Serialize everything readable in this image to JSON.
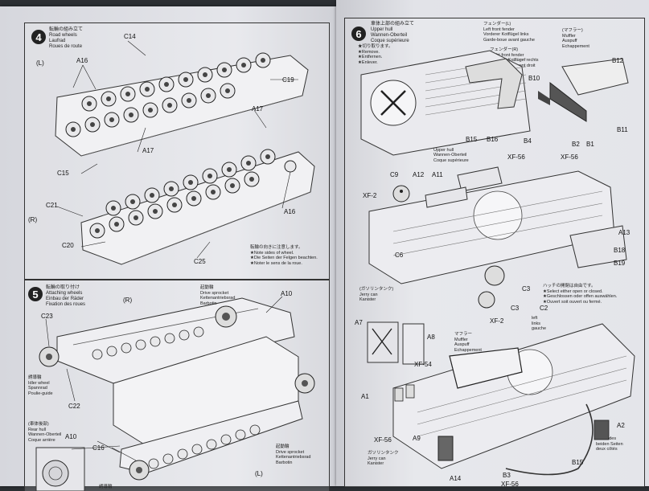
{
  "left_page": {
    "step4": {
      "number": "4",
      "title_lines": [
        "転輪の組み立て",
        "Road wheels",
        "Laufrad",
        "Roues de route"
      ],
      "side_top": "(L)",
      "side_bottom": "(R)",
      "parts": [
        "C14",
        "A16",
        "C19",
        "A17",
        "C15",
        "A17",
        "C21",
        "A16",
        "C20",
        "C25"
      ],
      "note_lines": [
        "転輪の向きに注意します。",
        "★Note sides of wheel.",
        "★Die Seiten der Felgen beachten.",
        "★Noter le sens de la roue."
      ]
    },
    "step5": {
      "number": "5",
      "title_lines": [
        "転輪の取り付け",
        "Attaching wheels",
        "Einbau der Räder",
        "Fixation des roues"
      ],
      "side_top": "(R)",
      "side_bottom": "(L)",
      "parts": [
        "C23",
        "C22",
        "A10",
        "C16",
        "A10"
      ],
      "idler_lines": [
        "誘導輪",
        "Idler wheel",
        "Spannrad",
        "Poulie-guide"
      ],
      "sprocket_top_lines": [
        "起動輪",
        "Drive sprocket",
        "Kettenantriebsrad",
        "Barbotin"
      ],
      "sprocket_bottom_lines": [
        "起動輪",
        "Drive sprocket",
        "Kettenantriebsrad",
        "Barbotin"
      ],
      "rear_hull_lines": [
        "(車体後部)",
        "Rear hull",
        "Wannen-Oberteil",
        "Coque arrière"
      ],
      "bottom_label": "誘導輪"
    }
  },
  "right_page": {
    "step6": {
      "number": "6",
      "title_lines": [
        "車体上部の組み立て",
        "Upper hull",
        "Wannen-Oberteil",
        "Coque supérieure"
      ],
      "cut_lines": [
        "★切り取ります。",
        "★Remove.",
        "★Entfernen.",
        "★Enlever."
      ],
      "fender_l_lines": [
        "フェンダー(L)",
        "Left front fender",
        "Vorderer Kotflügel links",
        "Garde-boue avant gauche"
      ],
      "fender_r_lines": [
        "フェンダー(R)",
        "Right front fender",
        "Vorderer Kotflügel rechts",
        "Garde-boue avant droit"
      ],
      "muffler_lines": [
        "(マフラー)",
        "Muffler",
        "Auspuff",
        "Echappement"
      ],
      "upper_hull_lines": [
        "車体上部",
        "Upper hull",
        "Wannen-Oberteil",
        "Coque supérieure"
      ],
      "jerry_lines": [
        "(ガソリンタンク)",
        "Jerry can",
        "Kanister"
      ],
      "muffler2_lines": [
        "マフラー",
        "Muffler",
        "Auspuff",
        "Echappement"
      ],
      "jerry2_lines": [
        "ガソリンタンク",
        "Jerry can",
        "Kanister"
      ],
      "hatch_lines": [
        "ハッチの開閉は自由です。",
        "★Select either open or closed.",
        "★Geschlossen oder offen auswählen.",
        "★Ouvert soit ouvert ou fermé."
      ],
      "parts": [
        "B12",
        "B10",
        "B11",
        "B15",
        "B16",
        "B4",
        "B2",
        "B1",
        "C9",
        "A12",
        "A11",
        "XF-56",
        "XF-56",
        "XF-2",
        "A13",
        "C6",
        "B18",
        "B19",
        "C3",
        "C3",
        "C2",
        "A7",
        "A8",
        "XF-54",
        "A1",
        "A9",
        "A2",
        "A14",
        "B3",
        "B15",
        "XF-56",
        "XF-56",
        "XF-2"
      ],
      "left_small": [
        "left",
        "links",
        "gauche"
      ],
      "right_small": [
        "both sides",
        "beiden Seiten",
        "deux côtés"
      ]
    }
  }
}
